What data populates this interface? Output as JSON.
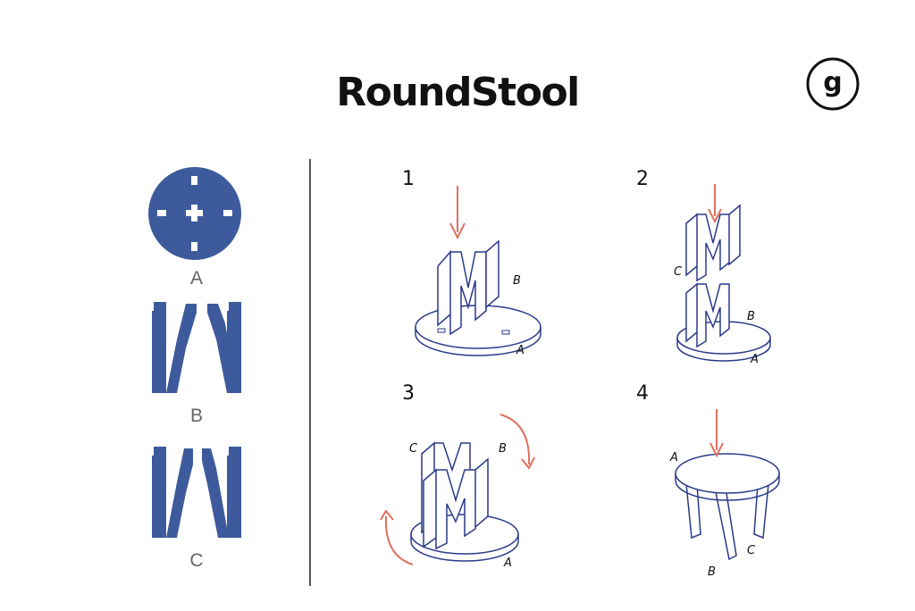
{
  "header": {
    "title": "RoundStool",
    "logo_letter": "g"
  },
  "parts": {
    "a_label": "A",
    "b_label": "B",
    "c_label": "C",
    "color": "#3d5b9c"
  },
  "steps": [
    {
      "number": "1",
      "labels": [
        "B",
        "A"
      ]
    },
    {
      "number": "2",
      "labels": [
        "C",
        "B",
        "A"
      ]
    },
    {
      "number": "3",
      "labels": [
        "C",
        "B",
        "A"
      ]
    },
    {
      "number": "4",
      "labels": [
        "A",
        "B",
        "C"
      ]
    }
  ],
  "colors": {
    "arrow": "#e07060",
    "line": "#2a3a8a"
  }
}
